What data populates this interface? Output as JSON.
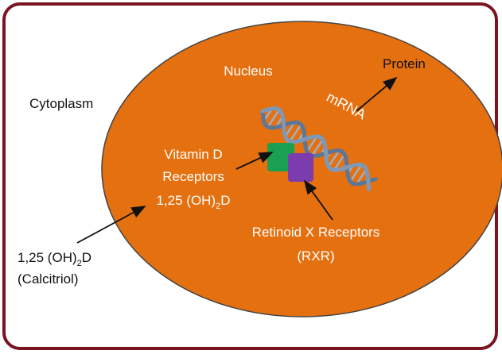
{
  "labels": {
    "nucleus": "Nucleus",
    "cytoplasm": "Cytoplasm",
    "protein": "Protein",
    "mrna": "mRNA",
    "vdr": {
      "line1": "Vitamin D",
      "line2": "Receptors",
      "line3_pre": "1,25 (OH)",
      "line3_sub": "2",
      "line3_post": "D"
    },
    "rxr": {
      "line1": "Retinoid X Receptors",
      "line2": "(RXR)"
    },
    "calcitriol": {
      "line1_pre": "1,25 (OH)",
      "line1_sub": "2",
      "line1_post": "D",
      "line2": "(Calcitriol)"
    }
  },
  "colors": {
    "frame": "#7a1420",
    "nucleus_fill": "#e5700f",
    "nucleus_stroke": "#444444",
    "vdr_block": "#1aa050",
    "rxr_block": "#7b3cae",
    "dna_strand": "#6f8aa8",
    "dark_text": "#111111",
    "light_text": "#ffffff"
  }
}
